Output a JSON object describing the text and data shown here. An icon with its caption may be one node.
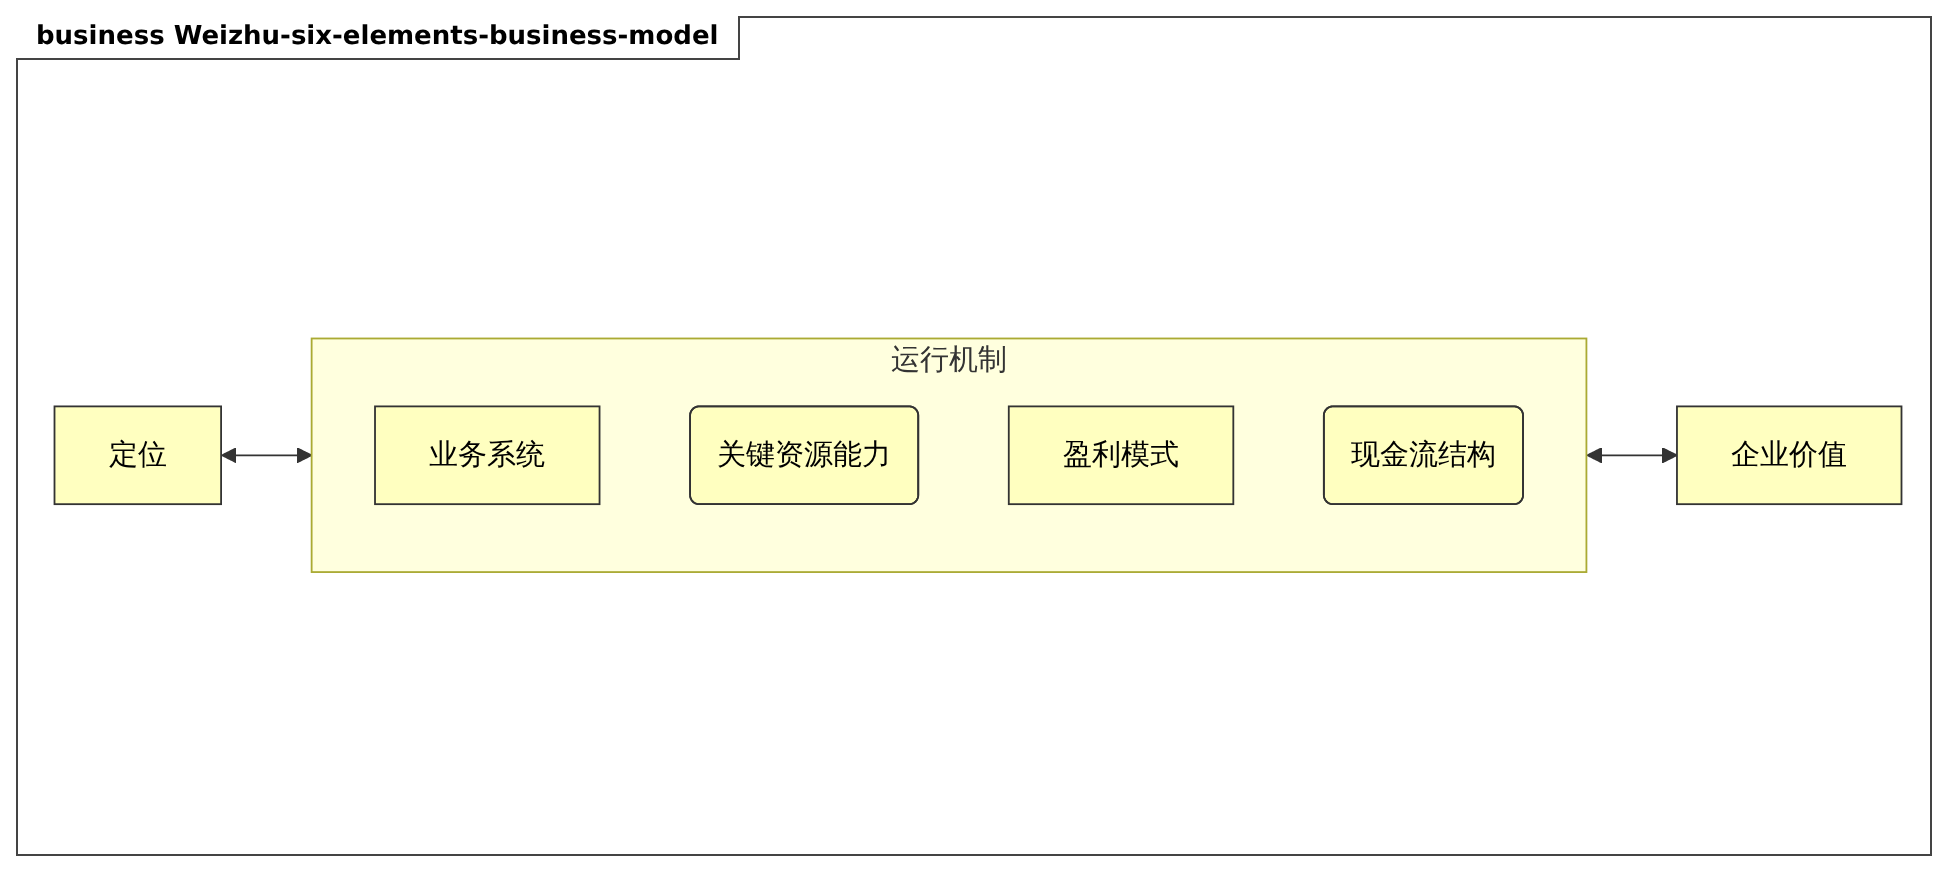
{
  "diagram": {
    "title": "business Weizhu-six-elements-business-model",
    "nodes": [
      {
        "text": [
          "定位"
        ]
      },
      {
        "text": [
          "运行机制"
        ]
      },
      {
        "text": [
          "业务系统"
        ],
        "in": 1
      },
      {
        "text": [
          "关键资源能力"
        ],
        "in": 1
      },
      {
        "text": [
          "盈利模式"
        ],
        "in": 1
      },
      {
        "text": [
          "现金流结构"
        ],
        "in": 1
      },
      {
        "text": [
          "企业价值"
        ]
      }
    ],
    "edges": [
      {
        "from": 0,
        "to": 1,
        "arrow": "both"
      },
      {
        "from": 1,
        "to": 6,
        "arrow": "both"
      }
    ]
  }
}
